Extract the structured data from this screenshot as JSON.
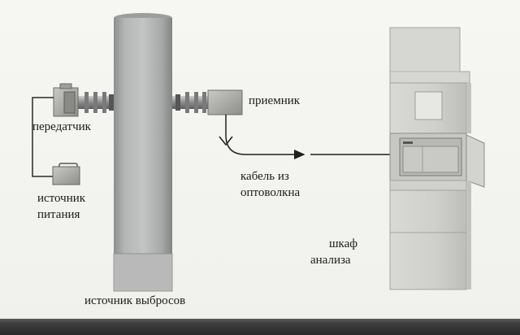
{
  "labels": {
    "transmitter": "передатчик",
    "power_source_line1": "источник",
    "power_source_line2": "питания",
    "receiver": "приемник",
    "cable_line1": "кабель из",
    "cable_line2": "оптоволкна",
    "cabinet_line1": "шкаф",
    "cabinet_line2": "анализа",
    "emission_source": "источник выбросов"
  },
  "icons": {
    "stack": "emission-stack-icon",
    "transmitter": "transmitter-box-icon",
    "power": "power-source-box-icon",
    "receiver": "receiver-box-icon",
    "cabinet": "analysis-cabinet-icon"
  },
  "colors": {
    "stack_gray": "#a9aaaa",
    "line_dark": "#2a2a2a",
    "cabinet_gray": "#d0d0cd",
    "bottom_strip": "#3a3a3a"
  }
}
